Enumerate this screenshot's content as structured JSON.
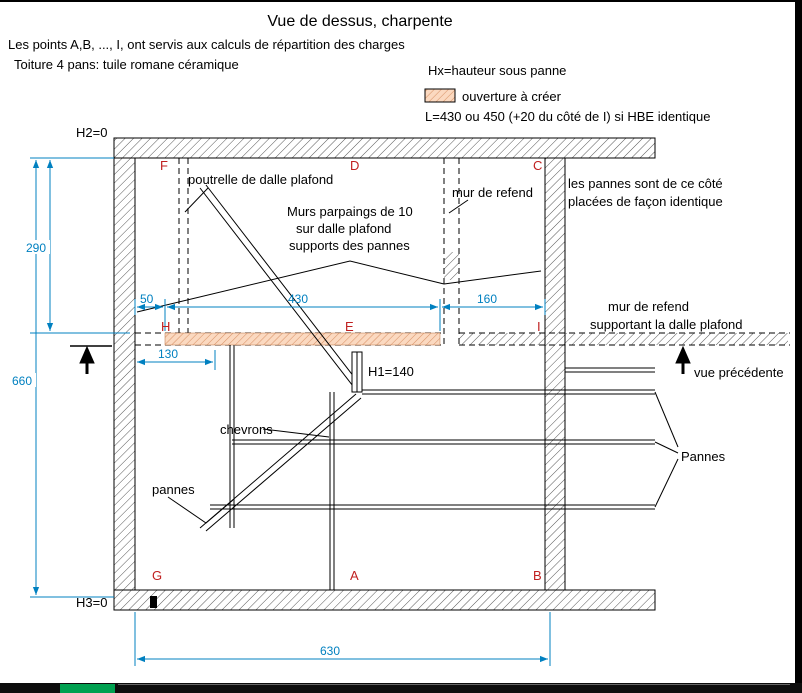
{
  "header": {
    "title": "Vue de dessus, charpente",
    "note_points": "Les points A,B, ..., I, ont servis aux calculs de répartition des charges",
    "note_roof": "Toiture 4 pans: tuile romane céramique"
  },
  "legend": {
    "hx_note": "Hx=hauteur sous panne",
    "opening_label": "ouverture à créer",
    "length_note": "L=430 ou 450 (+20 du côté de I) si HBE identique"
  },
  "annotations": {
    "h2": "H2=0",
    "h3": "H3=0",
    "h1": "H1=140",
    "pannes_side_line1": "les pannes sont de ce côté",
    "pannes_side_line2": "placées de façon identique",
    "poutrelle": "poutrelle de dalle plafond",
    "mur_refend_top": "mur de refend",
    "murs_parpaings_line1": "Murs parpaings de 10",
    "murs_parpaings_line2": "sur dalle plafond",
    "murs_parpaings_line3": "supports des pannes",
    "mur_refend_right_line1": "mur de refend",
    "mur_refend_right_line2": "supportant la dalle plafond",
    "vue_precedente": "vue précédente",
    "chevrons": "chevrons",
    "pannes_lower": "pannes",
    "pannes_right": "Pannes"
  },
  "points": {
    "F": "F",
    "D": "D",
    "C": "C",
    "H": "H",
    "E": "E",
    "I": "I",
    "G": "G",
    "A": "A",
    "B": "B"
  },
  "dimensions": {
    "height_upper": "290",
    "height_total": "660",
    "seg_50": "50",
    "seg_430": "430",
    "seg_160": "160",
    "seg_130": "130",
    "width_total": "630"
  },
  "colors": {
    "dimension_blue": "#0080c0",
    "point_red": "#c02020",
    "opening_fill": "#fbd9c0",
    "opening_hatch": "#d89268",
    "taskbar_green": "#00a050"
  }
}
